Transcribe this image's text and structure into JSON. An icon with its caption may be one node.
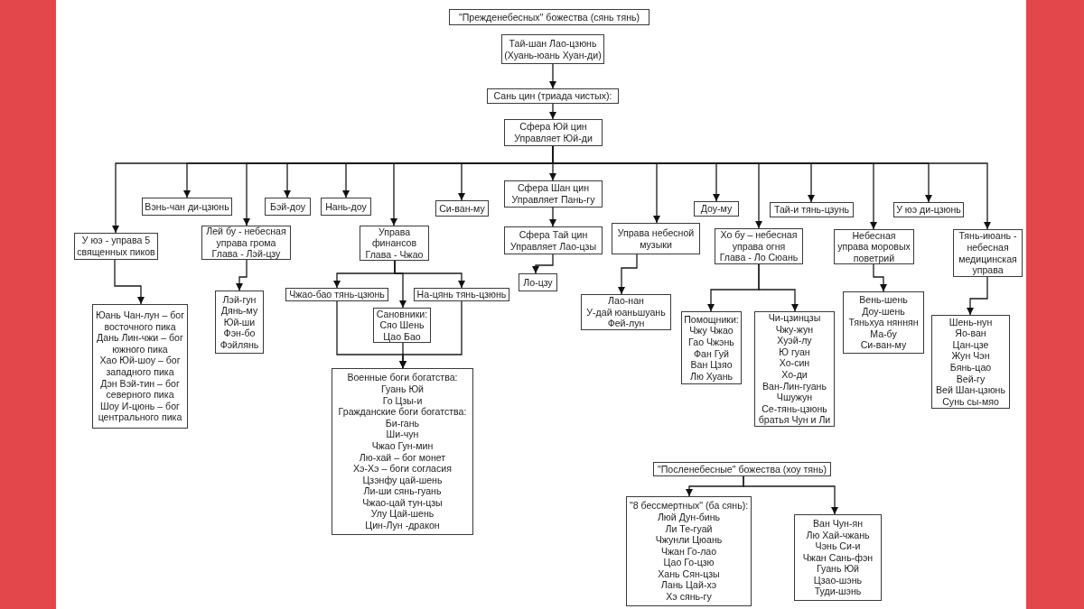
{
  "diagram": {
    "nodes": [
      {
        "text": [
          "\"Прежденебесных\" божества (сянь тянь)"
        ]
      },
      {
        "text": [
          "Тай-шан Лао-цзюнь",
          "(Хуань-юань Хуан-ди)"
        ]
      },
      {
        "text": [
          "Сань цин (триада чистых):"
        ]
      },
      {
        "text": [
          "Сфера Юй цин",
          "Управляет Юй-ди"
        ]
      },
      {
        "text": [
          "У юэ - управа 5 священных пиков"
        ]
      },
      {
        "text": [
          "Вэнь-чан ди-цзюнь"
        ]
      },
      {
        "text": [
          "Лей бу - небесная управа грома",
          "Глава - Лэй-цзу"
        ]
      },
      {
        "text": [
          "Бэй-доу"
        ]
      },
      {
        "text": [
          "Нань-доу"
        ]
      },
      {
        "text": [
          "Управа финансов",
          "Глава - Чжао"
        ]
      },
      {
        "text": [
          "Си-ван-му"
        ]
      },
      {
        "text": [
          "Сфера Шан цин",
          "Управляет Пань-гу"
        ]
      },
      {
        "text": [
          "Управа небесной музыки"
        ]
      },
      {
        "text": [
          "Доу-му"
        ]
      },
      {
        "text": [
          "Хо бу – небесная управа огня",
          "Глава - Ло Сюань"
        ]
      },
      {
        "text": [
          "Тай-и тянь-цзунь"
        ]
      },
      {
        "text": [
          "Небесная управа моровых поветрий"
        ]
      },
      {
        "text": [
          "У юэ ди-цзюнь"
        ]
      },
      {
        "text": [
          "Тянь-июань - небесная медицинская управа"
        ]
      },
      {
        "text": [
          "Юань Чан-лун – бог восточного пика",
          "Дань Лин-чжи – бог южного пика",
          "Хао Юй-шоу – бог западного пика",
          "Дэн Вэй-тин – бог северного пика",
          "Шоу И-цюнь – бог центрального пика"
        ]
      },
      {
        "text": [
          "Лэй-гун",
          "Дянь-му",
          "Юй-ши",
          "Фэн-бо",
          "Фэйлянь"
        ]
      },
      {
        "text": [
          "Чжао-бао тянь-цзюнь"
        ]
      },
      {
        "text": [
          "Сановники:",
          "Сяо Шень",
          "Цао Бао"
        ]
      },
      {
        "text": [
          "На-цянь тянь-цзюнь"
        ]
      },
      {
        "text": [
          "Военные боги богатства:",
          "Гуань Юй",
          "Го Цзы-и",
          "Гражданские боги богатства:",
          "Би-гань",
          "Ши-чун",
          "Чжао Гун-мин",
          "Лю-хай – бог монет",
          "Хэ-Хэ – боги согласия",
          "Цзэнфу цай-шень",
          "Ли-ши сянь-гуань",
          "Чжао-цай тун-цзы",
          "Улу Цай-шень",
          "Цин-Лун -дракон"
        ]
      },
      {
        "text": [
          "Сфера Тай цин",
          "Управляет Лао-цзы"
        ]
      },
      {
        "text": [
          "Ло-цзу"
        ]
      },
      {
        "text": [
          "Лао-нан",
          "У-дай юаньшуань",
          "Фей-лун"
        ]
      },
      {
        "text": [
          "Помощники:",
          "Чжу Чжао",
          "Гао Чжэнь",
          "Фан Гуй",
          "Ван Цзяо",
          "Лю Хуань"
        ]
      },
      {
        "text": [
          "Чи-цзинцзы",
          "Чжу-жун",
          "Хуэй-лу",
          "Ю гуан",
          "Хо-син",
          "Хо-ди",
          "Ван-Лин-гуань",
          "Чшужун",
          "Се-тянь-цзюнь",
          "братья Чун и Ли"
        ]
      },
      {
        "text": [
          "Вень-шень",
          "Доу-шень",
          "Тяньхуа няннян",
          "Ма-бу",
          "Си-ван-му"
        ]
      },
      {
        "text": [
          "Шень-нун",
          "Яо-ван",
          "Цан-цзе",
          "Жун Чэн",
          "Бянь-цао",
          "Вей-гу",
          "Вей Шан-цзюнь",
          "Сунь сы-мяо"
        ]
      },
      {
        "text": [
          "\"Посленебесные\" божества (хоу тянь)"
        ]
      },
      {
        "text": [
          "\"8 бессмертных\" (ба сянь):",
          "Люй Дун-бинь",
          "Ли Те-гуай",
          "Чжунли Цюань",
          "Чжан Го-лао",
          "Цао Го-цзю",
          "Хань Сян-цзы",
          "Лань Цай-хэ",
          "Хэ сянь-гу"
        ]
      },
      {
        "text": [
          "Ван Чун-ян",
          "Лю Хай-чжань",
          "Чэнь Си-и",
          "Чжан Сань-фэн",
          "Гуань Юй",
          "Цзао-шэнь",
          "Туди-шэнь"
        ]
      }
    ],
    "edges": [
      {
        "from": 1,
        "to": 2,
        "arrow": "to"
      },
      {
        "from": 2,
        "to": 3,
        "arrow": "to"
      },
      {
        "from": 3,
        "to": 4,
        "arrow": "to"
      },
      {
        "from": 3,
        "to": 5,
        "arrow": "to"
      },
      {
        "from": 3,
        "to": 6,
        "arrow": "to"
      },
      {
        "from": 3,
        "to": 7,
        "arrow": "to"
      },
      {
        "from": 3,
        "to": 8,
        "arrow": "to"
      },
      {
        "from": 3,
        "to": 9,
        "arrow": "to"
      },
      {
        "from": 3,
        "to": 10,
        "arrow": "to"
      },
      {
        "from": 3,
        "to": 11,
        "arrow": "to"
      },
      {
        "from": 3,
        "to": 12,
        "arrow": "to"
      },
      {
        "from": 3,
        "to": 13,
        "arrow": "to"
      },
      {
        "from": 3,
        "to": 14,
        "arrow": "to"
      },
      {
        "from": 3,
        "to": 15,
        "arrow": "to"
      },
      {
        "from": 3,
        "to": 16,
        "arrow": "to"
      },
      {
        "from": 3,
        "to": 17,
        "arrow": "to"
      },
      {
        "from": 3,
        "to": 18,
        "arrow": "to"
      },
      {
        "from": 4,
        "to": 19,
        "arrow": "to"
      },
      {
        "from": 6,
        "to": 20,
        "arrow": "to"
      },
      {
        "from": 9,
        "to": 21,
        "arrow": "to"
      },
      {
        "from": 9,
        "to": 22,
        "arrow": "to"
      },
      {
        "from": 9,
        "to": 23,
        "arrow": "to"
      },
      {
        "from": 21,
        "to": 24,
        "arrow": "to"
      },
      {
        "from": 22,
        "to": 24,
        "arrow": "to"
      },
      {
        "from": 23,
        "to": 24,
        "arrow": "to"
      },
      {
        "from": 11,
        "to": 25,
        "arrow": "to"
      },
      {
        "from": 25,
        "to": 26,
        "arrow": "to"
      },
      {
        "from": 12,
        "to": 27,
        "arrow": "to"
      },
      {
        "from": 14,
        "to": 28,
        "arrow": "to"
      },
      {
        "from": 14,
        "to": 29,
        "arrow": "to"
      },
      {
        "from": 16,
        "to": 30,
        "arrow": "to"
      },
      {
        "from": 18,
        "to": 31,
        "arrow": "to"
      },
      {
        "from": 32,
        "to": 33,
        "arrow": "to"
      },
      {
        "from": 32,
        "to": 34,
        "arrow": "to"
      }
    ]
  }
}
